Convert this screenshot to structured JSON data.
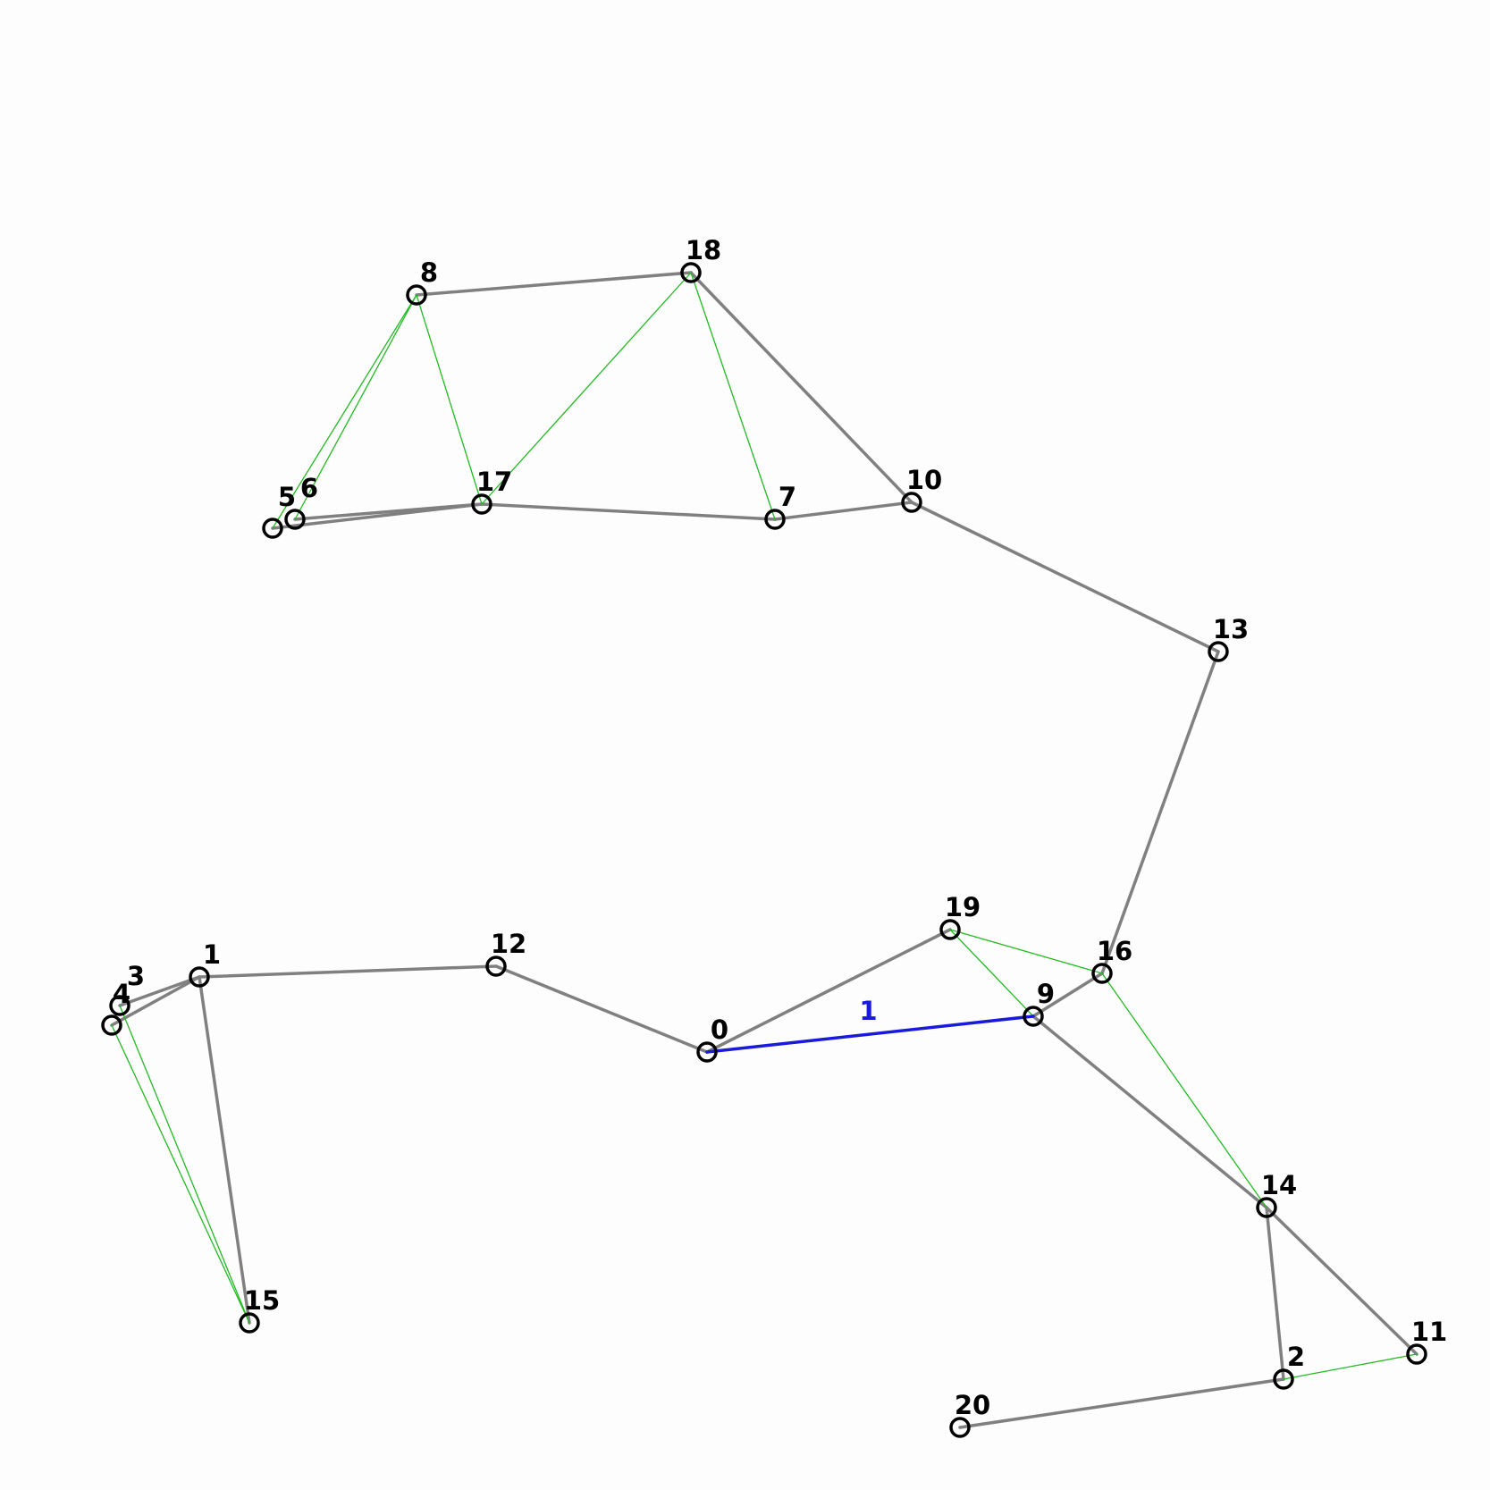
{
  "graph": {
    "nodes": [
      {
        "id": "0"
      },
      {
        "id": "1"
      },
      {
        "id": "2"
      },
      {
        "id": "3"
      },
      {
        "id": "4"
      },
      {
        "id": "5"
      },
      {
        "id": "6"
      },
      {
        "id": "7"
      },
      {
        "id": "8"
      },
      {
        "id": "9"
      },
      {
        "id": "10"
      },
      {
        "id": "11"
      },
      {
        "id": "12"
      },
      {
        "id": "13"
      },
      {
        "id": "14"
      },
      {
        "id": "15"
      },
      {
        "id": "16"
      },
      {
        "id": "17"
      },
      {
        "id": "18"
      },
      {
        "id": "19"
      },
      {
        "id": "20"
      }
    ],
    "edges": [
      {
        "source": "8",
        "target": "18",
        "kind": "gray"
      },
      {
        "source": "18",
        "target": "10",
        "kind": "gray"
      },
      {
        "source": "10",
        "target": "7",
        "kind": "gray"
      },
      {
        "source": "7",
        "target": "17",
        "kind": "gray"
      },
      {
        "source": "17",
        "target": "6",
        "kind": "gray"
      },
      {
        "source": "17",
        "target": "5",
        "kind": "gray"
      },
      {
        "source": "10",
        "target": "13",
        "kind": "gray"
      },
      {
        "source": "13",
        "target": "16",
        "kind": "gray"
      },
      {
        "source": "16",
        "target": "9",
        "kind": "gray"
      },
      {
        "source": "9",
        "target": "14",
        "kind": "gray"
      },
      {
        "source": "14",
        "target": "11",
        "kind": "gray"
      },
      {
        "source": "14",
        "target": "2",
        "kind": "gray"
      },
      {
        "source": "2",
        "target": "20",
        "kind": "gray"
      },
      {
        "source": "0",
        "target": "19",
        "kind": "gray"
      },
      {
        "source": "0",
        "target": "12",
        "kind": "gray"
      },
      {
        "source": "12",
        "target": "1",
        "kind": "gray"
      },
      {
        "source": "1",
        "target": "3",
        "kind": "gray"
      },
      {
        "source": "1",
        "target": "4",
        "kind": "gray"
      },
      {
        "source": "1",
        "target": "15",
        "kind": "gray"
      },
      {
        "source": "8",
        "target": "5",
        "kind": "green"
      },
      {
        "source": "8",
        "target": "6",
        "kind": "green"
      },
      {
        "source": "8",
        "target": "17",
        "kind": "green"
      },
      {
        "source": "18",
        "target": "17",
        "kind": "green"
      },
      {
        "source": "18",
        "target": "7",
        "kind": "green"
      },
      {
        "source": "19",
        "target": "16",
        "kind": "green"
      },
      {
        "source": "19",
        "target": "9",
        "kind": "green"
      },
      {
        "source": "16",
        "target": "14",
        "kind": "green"
      },
      {
        "source": "2",
        "target": "11",
        "kind": "green"
      },
      {
        "source": "4",
        "target": "15",
        "kind": "green"
      },
      {
        "source": "3",
        "target": "15",
        "kind": "green"
      },
      {
        "source": "0",
        "target": "9",
        "kind": "highlight",
        "label": "1"
      }
    ]
  },
  "colors": {
    "background": "#fdfdfd",
    "gray_edge": "#808080",
    "green_edge": "#22bb22",
    "highlight_edge": "#1a1adb",
    "node_stroke": "#000000",
    "node_fill": "#ffffff",
    "label": "#000000"
  }
}
